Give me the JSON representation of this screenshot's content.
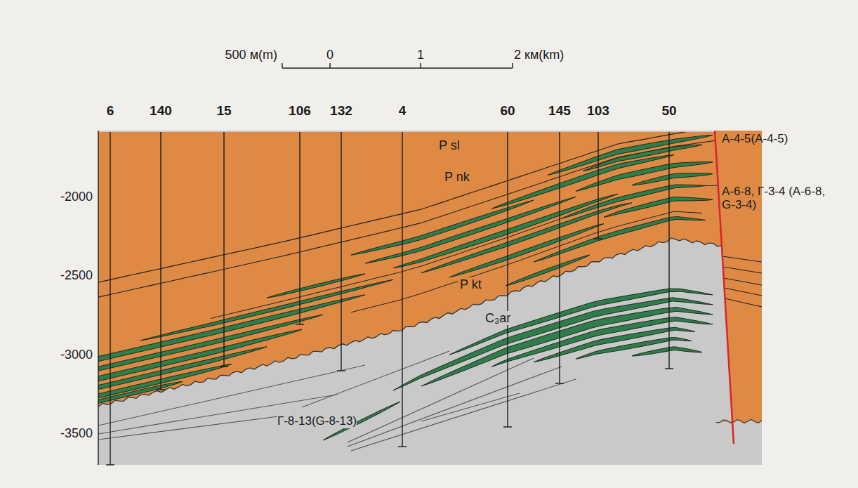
{
  "diagram": {
    "labels": [
      "500 м(m)",
      "0",
      "1",
      "2 км(km)",
      "6",
      "140",
      "15",
      "106",
      "132",
      "4",
      "60",
      "145",
      "103",
      "50",
      "-2000",
      "-2500",
      "-3000",
      "-3500",
      "P sl",
      "P nk",
      "P kt",
      "C₃ar",
      "А-4-5(A-4-5)",
      "А-6-8, Г-3-4 (A-6-8, G-3-4)",
      "Г-8-13(G-8-13)"
    ]
  }
}
